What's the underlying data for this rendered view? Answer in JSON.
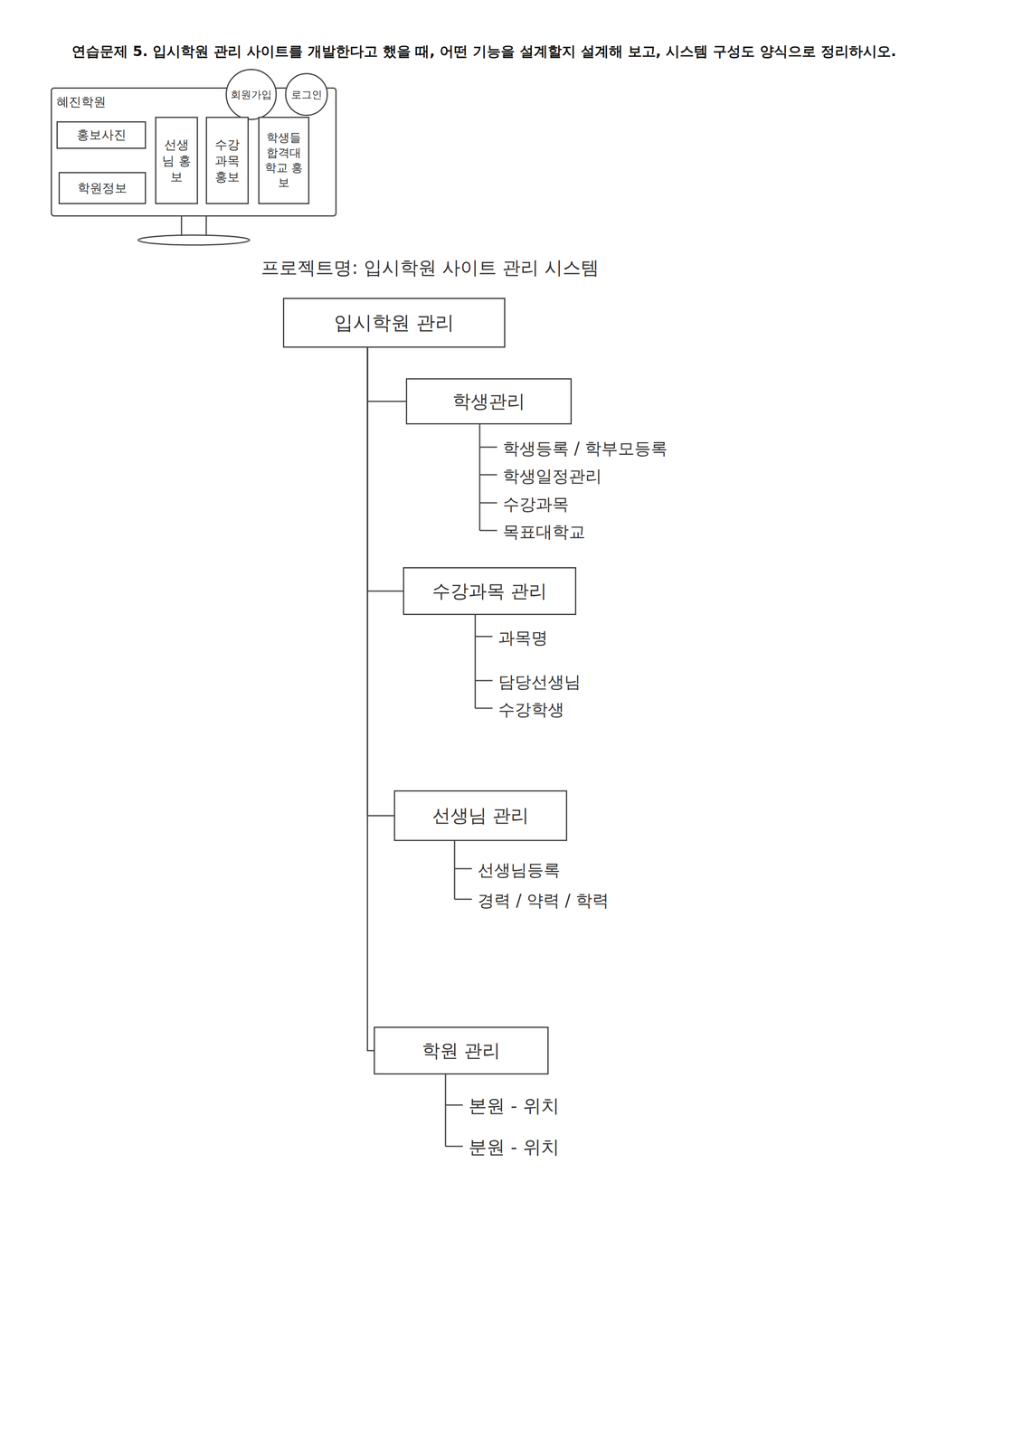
{
  "diagram": {
    "title": "연습문제 5. 입시학원 관리 사이트를 개발한다고 했을 때, 어떤 기능을 설계할지 설계해 보고, 시스템 구성도 양식으로 정리하시오.",
    "nodes": [
      {
        "text": [
          "혜진학원"
        ]
      },
      {
        "text": [
          "회원가입"
        ],
        "in": 0
      },
      {
        "text": [
          "로그인"
        ],
        "in": 0
      },
      {
        "text": [
          "홍보사진"
        ],
        "in": 0
      },
      {
        "text": [
          "학원정보"
        ],
        "in": 0
      },
      {
        "text": [
          "선생님 홍보"
        ],
        "in": 0
      },
      {
        "text": [
          "수강과목 홍보"
        ],
        "in": 0
      },
      {
        "text": [
          "학생들 합격대학교 홍보"
        ],
        "in": 0
      },
      {
        "text": [
          "입시학원 관리"
        ]
      },
      {
        "text": [
          "학생관리"
        ]
      },
      {
        "text": [
          "수강과목 관리"
        ]
      },
      {
        "text": [
          "선생님 관리"
        ]
      },
      {
        "text": [
          "학원 관리"
        ]
      }
    ],
    "edges": [
      {
        "from": 8,
        "to": 9,
        "arrow": "none"
      },
      {
        "from": 8,
        "to": 10,
        "arrow": "none"
      },
      {
        "from": 8,
        "to": 11,
        "arrow": "none"
      },
      {
        "from": 8,
        "to": 12,
        "arrow": "none"
      }
    ],
    "labels": [
      "프로젝트명: 입시학원 사이트 관리 시스템",
      "학생등록 / 학부모등록",
      "학생일정관리",
      "수강과목",
      "목표대학교",
      "과목명",
      "담당선생님",
      "수강학생",
      "선생님등록",
      "경력 / 약력 / 학력",
      "본원 - 위치",
      "분원 - 위치"
    ]
  }
}
